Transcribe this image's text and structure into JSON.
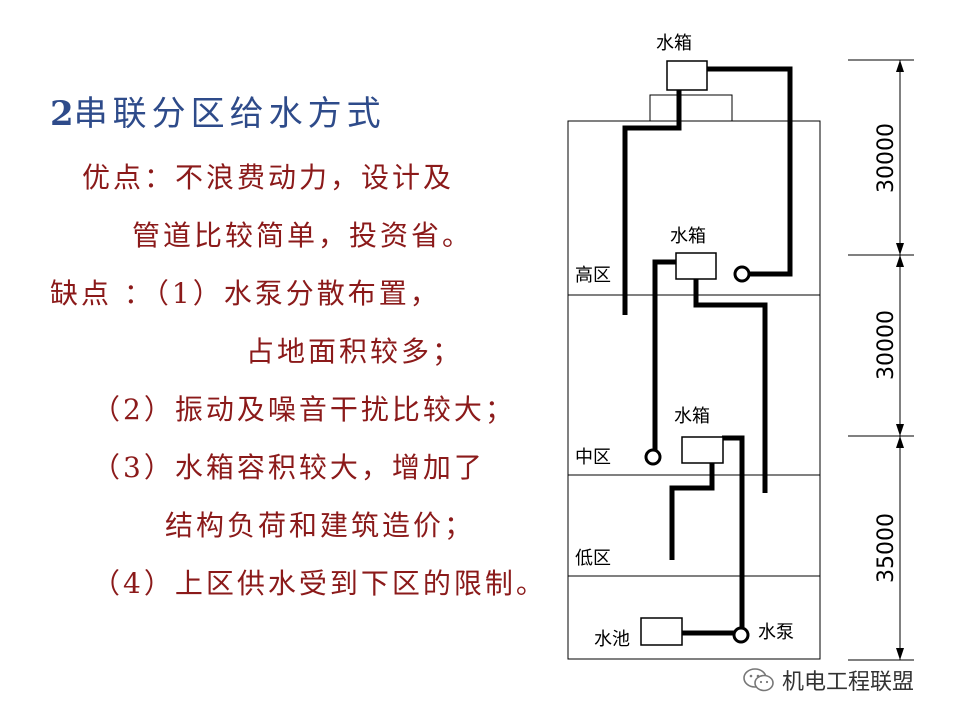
{
  "title": {
    "number": "2",
    "text": "串联分区给水方式"
  },
  "advantages": {
    "label": "优点：",
    "line1": "不浪费动力，设计及",
    "line2": "管道比较简单，投资省。"
  },
  "disadvantages": {
    "label": "缺点 ：",
    "item1_line1": "（1）水泵分散布置，",
    "item1_line2": "占地面积较多；",
    "item2": "（2）振动及噪音干扰比较大；",
    "item3_line1": "（3）水箱容积较大，增加了",
    "item3_line2": "结构负荷和建筑造价；",
    "item4": "（4）上区供水受到下区的限制。"
  },
  "diagram": {
    "tank_label": "水箱",
    "zone_high": "高区",
    "zone_mid": "中区",
    "zone_low": "低区",
    "pool_label": "水池",
    "pump_label": "水泵",
    "dim_top": "30000",
    "dim_mid": "30000",
    "dim_bottom": "35000"
  },
  "watermark": "机电工程联盟",
  "colors": {
    "title": "#2e4b8a",
    "body_text": "#8b1a1a",
    "pipe": "#000000"
  }
}
